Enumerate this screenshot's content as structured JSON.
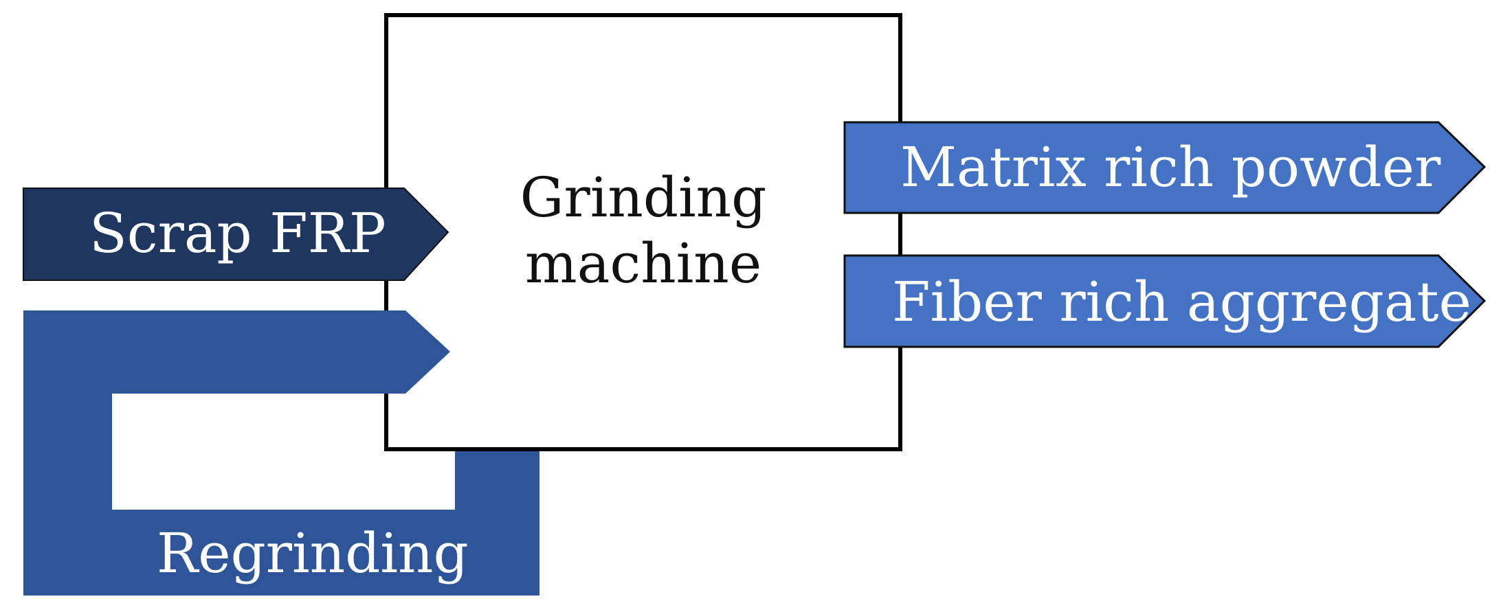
{
  "machine": {
    "line1": "Grinding",
    "line2": "machine"
  },
  "inputs": {
    "scrap": "Scrap FRP",
    "regrind": "Regrinding"
  },
  "outputs": {
    "matrix": "Matrix rich powder",
    "fiber": "Fiber rich aggregate"
  },
  "colors": {
    "scrap_arrow": "#1f3660",
    "regrind_loop": "#2e5597",
    "output_arrows": "#4472c4",
    "outline": "#000000"
  }
}
